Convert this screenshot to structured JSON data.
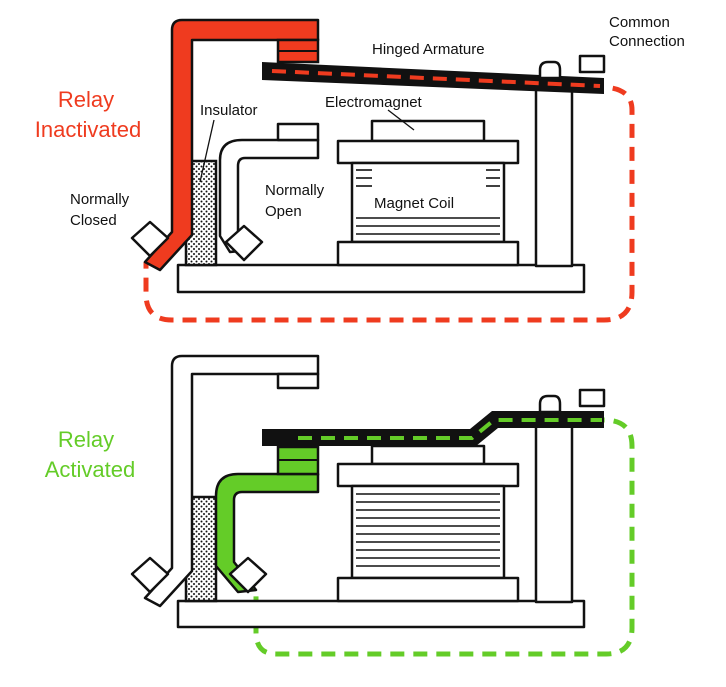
{
  "colors": {
    "inactive": "#ef3b1f",
    "active": "#64cc28",
    "outline": "#111111"
  },
  "top_panel": {
    "state_line1": "Relay",
    "state_line2": "Inactivated",
    "labels": {
      "hinged_armature": "Hinged Armature",
      "common_line1": "Common",
      "common_line2": "Connection",
      "insulator": "Insulator",
      "electromagnet": "Electromagnet",
      "normally_closed_line1": "Normally",
      "normally_closed_line2": "Closed",
      "normally_open_line1": "Normally",
      "normally_open_line2": "Open",
      "magnet_coil": "Magnet Coil"
    }
  },
  "bottom_panel": {
    "state_line1": "Relay",
    "state_line2": "Activated"
  }
}
